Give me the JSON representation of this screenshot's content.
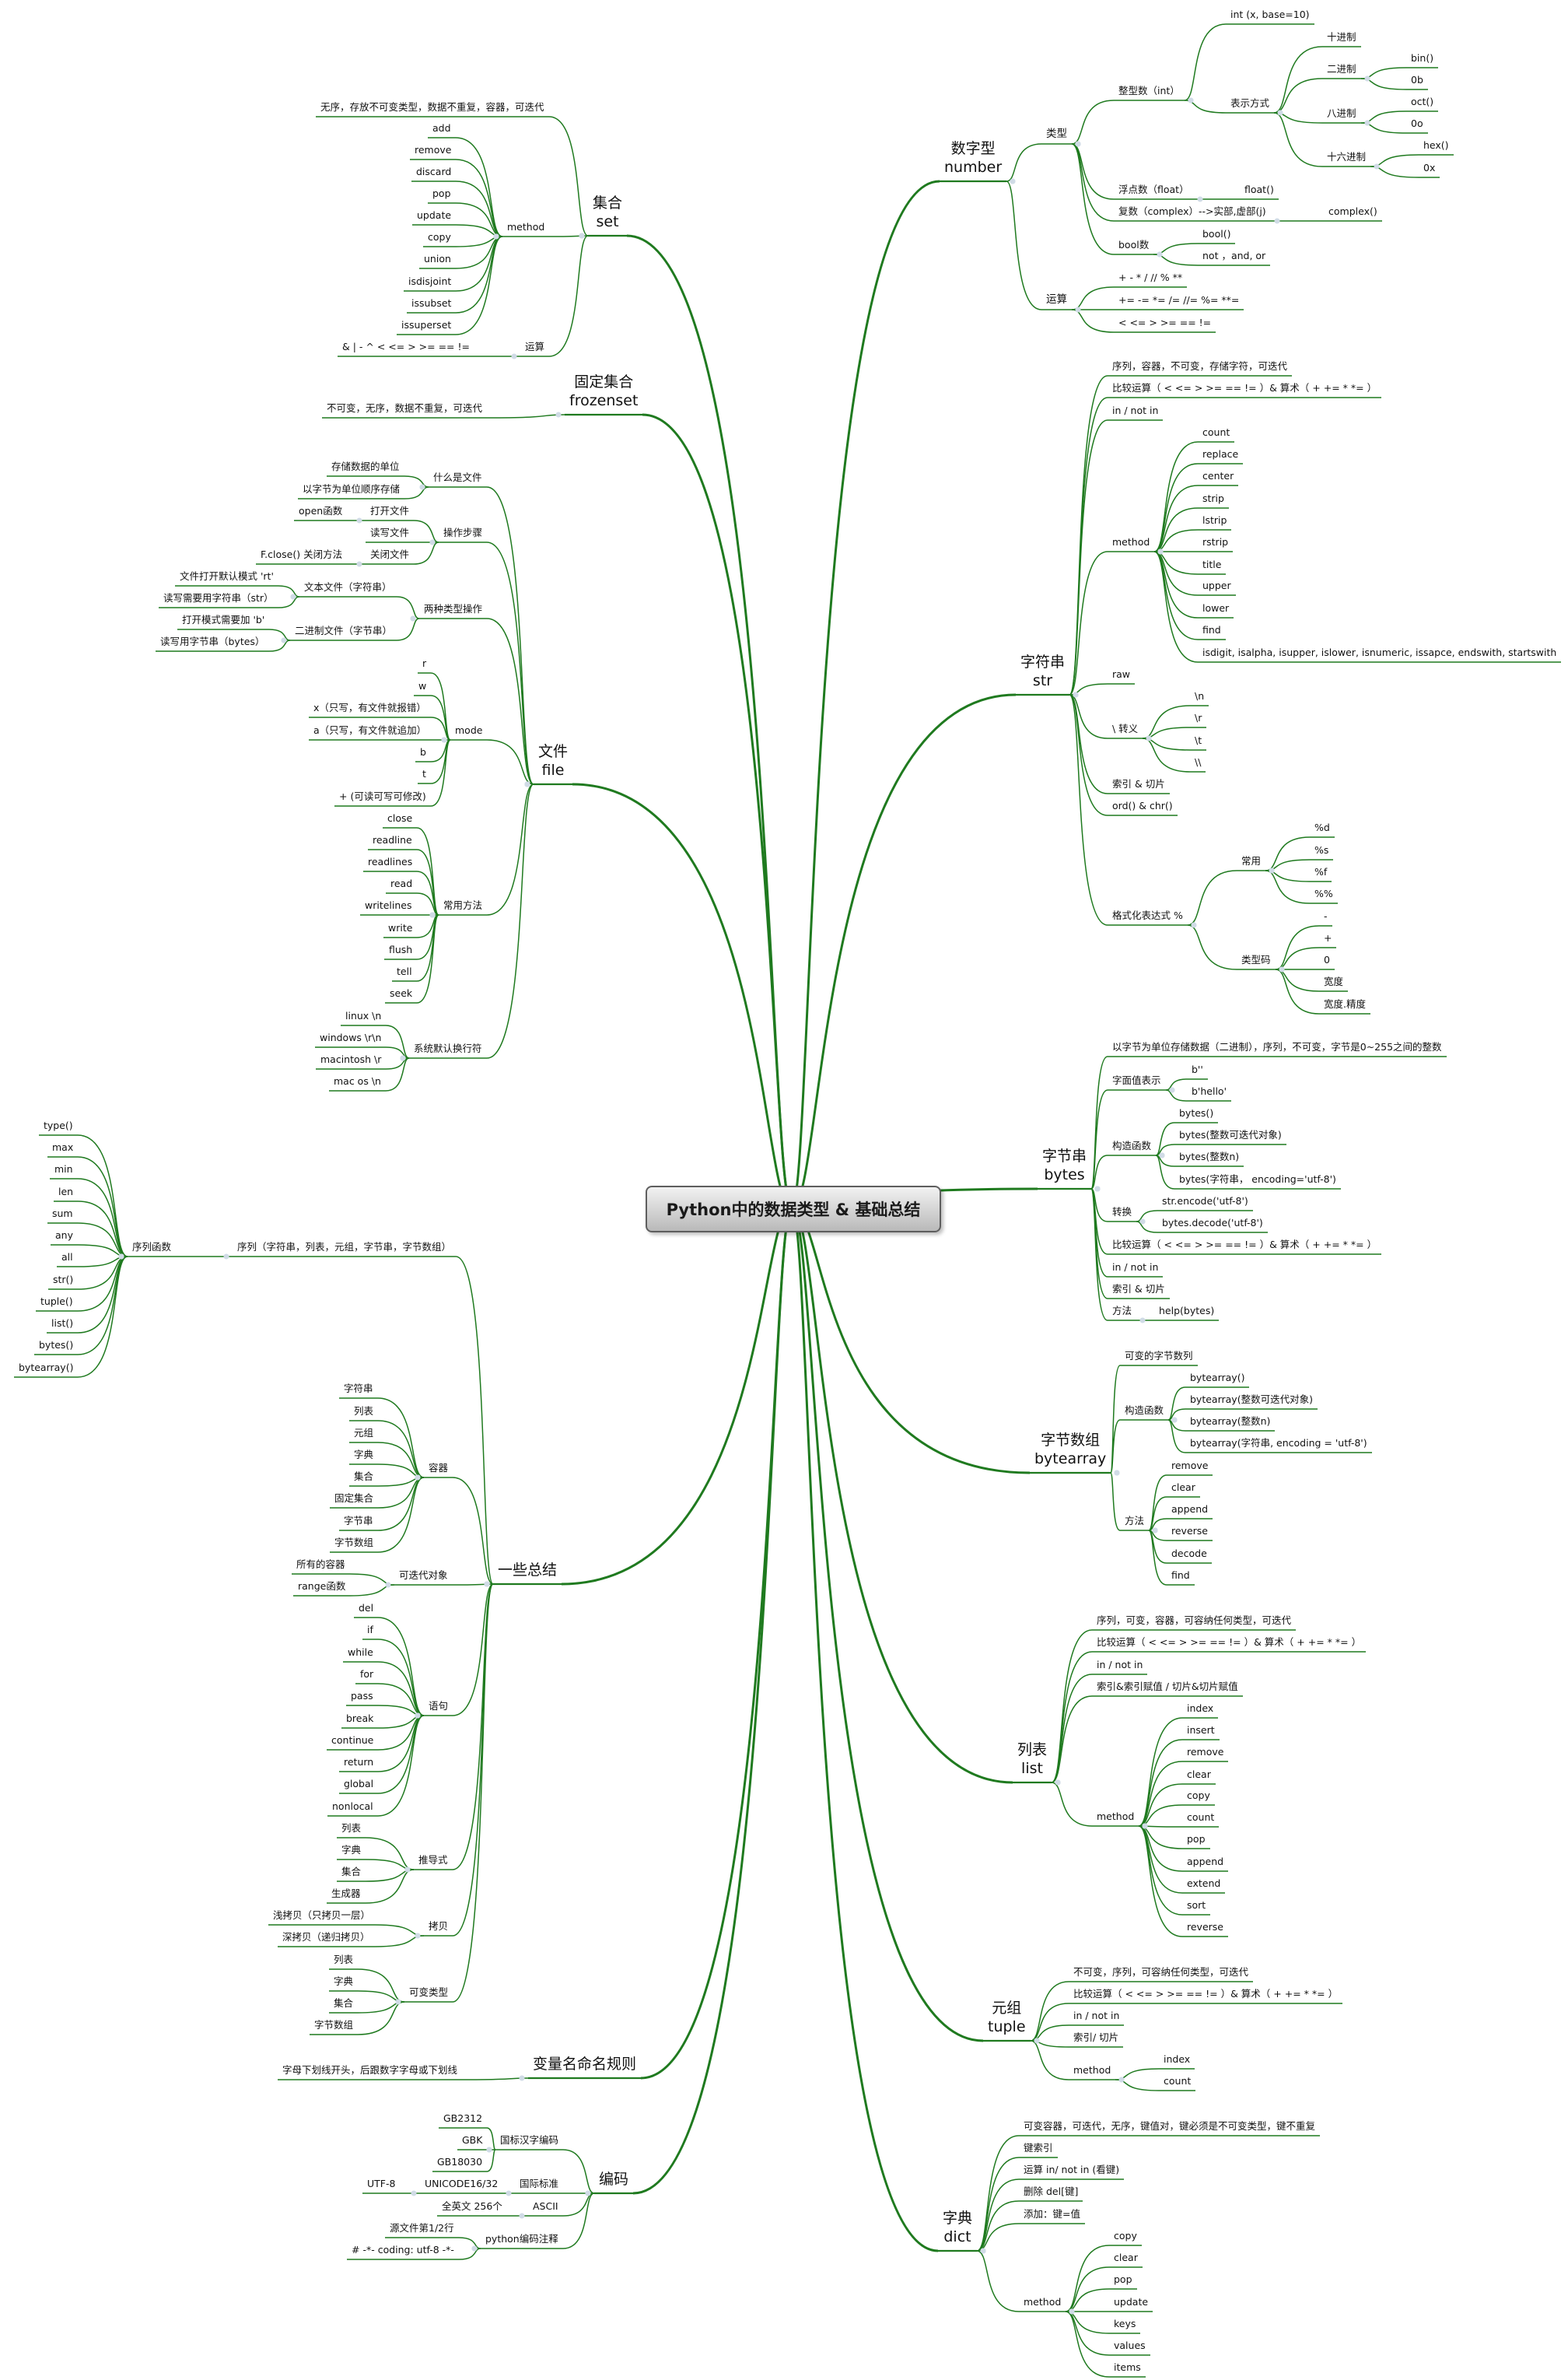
{
  "root": {
    "label": "Python中的数据类型 & 基础总结"
  },
  "nodes": {
    "number": {
      "label": "数字型\nnumber"
    },
    "type": {
      "label": "类型"
    },
    "int": {
      "label": "整型数（int）"
    },
    "int_base": {
      "label": "int (x, base=10)"
    },
    "repr": {
      "label": "表示方式"
    },
    "dec": {
      "label": "十进制"
    },
    "bin": {
      "label": "二进制"
    },
    "bin_f": {
      "label": "bin()"
    },
    "bin_p": {
      "label": "0b"
    },
    "oct": {
      "label": "八进制"
    },
    "oct_f": {
      "label": "oct()"
    },
    "oct_p": {
      "label": "0o"
    },
    "hex": {
      "label": "十六进制"
    },
    "hex_f": {
      "label": "hex()"
    },
    "hex_p": {
      "label": "0x"
    },
    "float": {
      "label": "浮点数（float）"
    },
    "float_f": {
      "label": "float()"
    },
    "complex": {
      "label": "复数（complex）-->实部,虚部(j)"
    },
    "complex_f": {
      "label": "complex()"
    },
    "bool": {
      "label": "bool数"
    },
    "bool_f": {
      "label": "bool()"
    },
    "bool_ops": {
      "label": "not ，and, or"
    },
    "num_ops": {
      "label": "运算"
    },
    "num_op1": {
      "label": "+ - * /  // % **"
    },
    "num_op2": {
      "label": "+= -= *=  /= //= %= **="
    },
    "num_op3": {
      "label": "< <= > >= == !="
    },
    "str": {
      "label": "字符串\nstr"
    },
    "str_desc": {
      "label": "序列，容器，不可变，存储字符，可迭代"
    },
    "str_cmp": {
      "label": "比较运算（ < <= > >= == != ）& 算术（ + +=   *  *= ）"
    },
    "str_in": {
      "label": "in / not in"
    },
    "str_method": {
      "label": "method"
    },
    "str_count": {
      "label": "count"
    },
    "str_replace": {
      "label": "replace"
    },
    "str_center": {
      "label": "center"
    },
    "str_strip": {
      "label": "strip"
    },
    "str_lstrip": {
      "label": "lstrip"
    },
    "str_rstrip": {
      "label": "rstrip"
    },
    "str_title": {
      "label": "title"
    },
    "str_upper": {
      "label": "upper"
    },
    "str_lower": {
      "label": "lower"
    },
    "str_find": {
      "label": "find"
    },
    "str_is": {
      "label": "isdigit, isalpha, isupper, islower, isnumeric, issapce, endswith, startswith"
    },
    "str_raw": {
      "label": "raw"
    },
    "str_esc": {
      "label": "\\ 转义"
    },
    "esc_n": {
      "label": "\\n"
    },
    "esc_r": {
      "label": "\\r"
    },
    "esc_t": {
      "label": "\\t"
    },
    "esc_bs": {
      "label": "\\\\"
    },
    "str_idx": {
      "label": "索引 & 切片"
    },
    "str_ord": {
      "label": "ord() & chr()"
    },
    "str_fmt": {
      "label": "格式化表达式 %"
    },
    "fmt_common": {
      "label": "常用"
    },
    "fmt_d": {
      "label": "%d"
    },
    "fmt_s": {
      "label": "%s"
    },
    "fmt_f": {
      "label": "%f"
    },
    "fmt_pct": {
      "label": "%%"
    },
    "fmt_code": {
      "label": "类型码"
    },
    "fmt_minus": {
      "label": "-"
    },
    "fmt_plus": {
      "label": "+"
    },
    "fmt_zero": {
      "label": "0"
    },
    "fmt_width": {
      "label": "宽度"
    },
    "fmt_wp": {
      "label": "宽度.精度"
    },
    "bytes": {
      "label": "字节串\nbytes"
    },
    "bytes_desc": {
      "label": "以字节为单位存储数据（二进制），序列，不可变，字节是0~255之间的整数"
    },
    "bytes_lit": {
      "label": "字面值表示"
    },
    "bytes_l1": {
      "label": "b''"
    },
    "bytes_l2": {
      "label": "b'hello'"
    },
    "bytes_ctor": {
      "label": "构造函数"
    },
    "bytes_c1": {
      "label": "bytes()"
    },
    "bytes_c2": {
      "label": "bytes(整数可迭代对象)"
    },
    "bytes_c3": {
      "label": "bytes(整数n)"
    },
    "bytes_c4": {
      "label": "bytes(字符串， encoding='utf-8')"
    },
    "bytes_conv": {
      "label": "转换"
    },
    "bytes_enc": {
      "label": "str.encode('utf-8')"
    },
    "bytes_dec": {
      "label": "bytes.decode('utf-8')"
    },
    "bytes_cmp": {
      "label": "比较运算（ < <= > >= == != ）& 算术（ + +=   *  *= ）"
    },
    "bytes_in": {
      "label": "in / not in"
    },
    "bytes_idx": {
      "label": "索引 & 切片"
    },
    "bytes_m": {
      "label": "方法"
    },
    "bytes_help": {
      "label": "help(bytes)"
    },
    "ba": {
      "label": "字节数组\nbytearray"
    },
    "ba_desc": {
      "label": "可变的字节数列"
    },
    "ba_ctor": {
      "label": "构造函数"
    },
    "ba_c1": {
      "label": "bytearray()"
    },
    "ba_c2": {
      "label": "bytearray(整数可迭代对象)"
    },
    "ba_c3": {
      "label": "bytearray(整数n)"
    },
    "ba_c4": {
      "label": "bytearray(字符串, encoding = 'utf-8')"
    },
    "ba_m": {
      "label": "方法"
    },
    "ba_remove": {
      "label": "remove"
    },
    "ba_clear": {
      "label": "clear"
    },
    "ba_append": {
      "label": "append"
    },
    "ba_reverse": {
      "label": "reverse"
    },
    "ba_decode": {
      "label": "decode"
    },
    "ba_find": {
      "label": "find"
    },
    "list": {
      "label": "列表\nlist"
    },
    "list_desc": {
      "label": "序列，可变，容器，可容纳任何类型，可迭代"
    },
    "list_cmp": {
      "label": "比较运算（ < <= > >= == != ）& 算术（ + +=   *  *= ）"
    },
    "list_in": {
      "label": "in / not in"
    },
    "list_idx": {
      "label": "索引&索引赋值 / 切片&切片赋值"
    },
    "list_method": {
      "label": "method"
    },
    "list_index": {
      "label": "index"
    },
    "list_insert": {
      "label": "insert"
    },
    "list_remove": {
      "label": "remove"
    },
    "list_clear": {
      "label": "clear"
    },
    "list_copy": {
      "label": "copy"
    },
    "list_count": {
      "label": "count"
    },
    "list_pop": {
      "label": "pop"
    },
    "list_append": {
      "label": "append"
    },
    "list_extend": {
      "label": "extend"
    },
    "list_sort": {
      "label": "sort"
    },
    "list_reverse": {
      "label": "reverse"
    },
    "tuple": {
      "label": "元组\ntuple"
    },
    "tuple_desc": {
      "label": "不可变，序列，可容纳任何类型，可迭代"
    },
    "tuple_cmp": {
      "label": "比较运算（ < <= > >= == != ）& 算术（ + +=   *  *= ）"
    },
    "tuple_in": {
      "label": "in / not in"
    },
    "tuple_idx": {
      "label": "索引/ 切片"
    },
    "tuple_method": {
      "label": "method"
    },
    "tuple_index": {
      "label": "index"
    },
    "tuple_count": {
      "label": "count"
    },
    "dict": {
      "label": "字典\ndict"
    },
    "dict_desc": {
      "label": "可变容器，可迭代，无序，键值对，键必须是不可变类型，键不重复"
    },
    "dict_idx": {
      "label": "键索引"
    },
    "dict_in": {
      "label": "运算 in/ not in (看键)"
    },
    "dict_del": {
      "label": "删除 del[键]"
    },
    "dict_add": {
      "label": "添加：键=值"
    },
    "dict_method": {
      "label": "method"
    },
    "dict_copy": {
      "label": "copy"
    },
    "dict_clear": {
      "label": "clear"
    },
    "dict_pop": {
      "label": "pop"
    },
    "dict_update": {
      "label": "update"
    },
    "dict_keys": {
      "label": "keys"
    },
    "dict_values": {
      "label": "values"
    },
    "dict_items": {
      "label": "items"
    },
    "set": {
      "label": "集合\nset"
    },
    "set_desc": {
      "label": "无序，存放不可变类型，数据不重复，容器，可迭代"
    },
    "set_method": {
      "label": "method"
    },
    "set_add": {
      "label": "add"
    },
    "set_remove": {
      "label": "remove"
    },
    "set_discard": {
      "label": "discard"
    },
    "set_pop": {
      "label": "pop"
    },
    "set_update": {
      "label": "update"
    },
    "set_copy": {
      "label": "copy"
    },
    "set_union": {
      "label": "union"
    },
    "set_isdisjoint": {
      "label": "isdisjoint"
    },
    "set_issubset": {
      "label": "issubset"
    },
    "set_issuperset": {
      "label": "issuperset"
    },
    "set_ops": {
      "label": "运算"
    },
    "set_ops_v": {
      "label": "& | - ^  < <= > >= == !="
    },
    "fset": {
      "label": "固定集合\nfrozenset"
    },
    "fset_desc": {
      "label": "不可变，无序，数据不重复，可迭代"
    },
    "file": {
      "label": "文件\nfile"
    },
    "file_what": {
      "label": "什么是文件"
    },
    "file_what1": {
      "label": "存储数据的单位"
    },
    "file_what2": {
      "label": "以字节为单位顺序存储"
    },
    "file_steps": {
      "label": "操作步骤"
    },
    "file_open": {
      "label": "打开文件"
    },
    "file_open_f": {
      "label": "open函数"
    },
    "file_rw": {
      "label": "读写文件"
    },
    "file_close": {
      "label": "关闭文件"
    },
    "file_close_f": {
      "label": "F.close() 关闭方法"
    },
    "file_two": {
      "label": "两种类型操作"
    },
    "file_text": {
      "label": "文本文件（字符串）"
    },
    "file_text1": {
      "label": "文件打开默认模式 'rt'"
    },
    "file_text2": {
      "label": "读写需要用字符串（str）"
    },
    "file_bin": {
      "label": "二进制文件（字节串）"
    },
    "file_bin1": {
      "label": "打开模式需要加 'b'"
    },
    "file_bin2": {
      "label": "读写用字节串（bytes）"
    },
    "file_mode": {
      "label": "mode"
    },
    "mode_r": {
      "label": "r"
    },
    "mode_w": {
      "label": "w"
    },
    "mode_x": {
      "label": "x（只写，有文件就报错）"
    },
    "mode_a": {
      "label": "a（只写，有文件就追加）"
    },
    "mode_b": {
      "label": "b"
    },
    "mode_t": {
      "label": "t"
    },
    "mode_plus": {
      "label": "+ (可读可写可修改)"
    },
    "file_methods": {
      "label": "常用方法"
    },
    "fm_close": {
      "label": "close"
    },
    "fm_readline": {
      "label": "readline"
    },
    "fm_readlines": {
      "label": "readlines"
    },
    "fm_read": {
      "label": "read"
    },
    "fm_writelines": {
      "label": "writelines"
    },
    "fm_write": {
      "label": "write"
    },
    "fm_flush": {
      "label": "flush"
    },
    "fm_tell": {
      "label": "tell"
    },
    "fm_seek": {
      "label": "seek"
    },
    "file_nl": {
      "label": "系统默认换行符"
    },
    "nl_linux": {
      "label": "linux  \\n"
    },
    "nl_win": {
      "label": "windows  \\r\\n"
    },
    "nl_mac": {
      "label": "macintosh  \\r"
    },
    "nl_macos": {
      "label": "mac os  \\n"
    },
    "summary": {
      "label": "一些总结"
    },
    "seq": {
      "label": "序列（字符串，列表，元组，字节串，字节数组）"
    },
    "seq_funcs": {
      "label": "序列函数"
    },
    "sf_type": {
      "label": "type()"
    },
    "sf_max": {
      "label": "max"
    },
    "sf_min": {
      "label": "min"
    },
    "sf_len": {
      "label": "len"
    },
    "sf_sum": {
      "label": "sum"
    },
    "sf_any": {
      "label": "any"
    },
    "sf_all": {
      "label": "all"
    },
    "sf_str": {
      "label": "str()"
    },
    "sf_tuple": {
      "label": "tuple()"
    },
    "sf_list": {
      "label": "list()"
    },
    "sf_bytes": {
      "label": "bytes()"
    },
    "sf_bytearray": {
      "label": "bytearray()"
    },
    "container": {
      "label": "容器"
    },
    "ct_str": {
      "label": "字符串"
    },
    "ct_list": {
      "label": "列表"
    },
    "ct_tuple": {
      "label": "元组"
    },
    "ct_dict": {
      "label": "字典"
    },
    "ct_set": {
      "label": "集合"
    },
    "ct_fset": {
      "label": "固定集合"
    },
    "ct_bytes": {
      "label": "字节串"
    },
    "ct_ba": {
      "label": "字节数组"
    },
    "iterable": {
      "label": "可迭代对象"
    },
    "it_all": {
      "label": "所有的容器"
    },
    "it_range": {
      "label": "range函数"
    },
    "stmt": {
      "label": "语句"
    },
    "st_del": {
      "label": "del"
    },
    "st_if": {
      "label": "if"
    },
    "st_while": {
      "label": "while"
    },
    "st_for": {
      "label": "for"
    },
    "st_pass": {
      "label": "pass"
    },
    "st_break": {
      "label": "break"
    },
    "st_continue": {
      "label": "continue"
    },
    "st_return": {
      "label": "return"
    },
    "st_global": {
      "label": "global"
    },
    "st_nonlocal": {
      "label": "nonlocal"
    },
    "comp": {
      "label": "推导式"
    },
    "cp_list": {
      "label": "列表"
    },
    "cp_dict": {
      "label": "字典"
    },
    "cp_set": {
      "label": "集合"
    },
    "cp_gen": {
      "label": "生成器"
    },
    "copy": {
      "label": "拷贝"
    },
    "copy_shallow": {
      "label": "浅拷贝（只拷贝一层）"
    },
    "copy_deep": {
      "label": "深拷贝（递归拷贝）"
    },
    "mutable": {
      "label": "可变类型"
    },
    "mu_list": {
      "label": "列表"
    },
    "mu_dict": {
      "label": "字典"
    },
    "mu_set": {
      "label": "集合"
    },
    "mu_ba": {
      "label": "字节数组"
    },
    "naming": {
      "label": "变量名命名规则"
    },
    "naming_rule": {
      "label": "字母下划线开头，后跟数字字母或下划线"
    },
    "encoding": {
      "label": "编码"
    },
    "enc_cn": {
      "label": "国标汉字编码"
    },
    "enc_gb2312": {
      "label": "GB2312"
    },
    "enc_gbk": {
      "label": "GBK"
    },
    "enc_gb18030": {
      "label": "GB18030"
    },
    "enc_intl": {
      "label": "国际标准"
    },
    "enc_unicode": {
      "label": "UNICODE16/32"
    },
    "enc_utf8": {
      "label": "UTF-8"
    },
    "enc_ascii": {
      "label": "ASCII"
    },
    "enc_ascii_d": {
      "label": "全英文 256个"
    },
    "enc_py": {
      "label": "python编码注释"
    },
    "enc_py1": {
      "label": "源文件第1/2行"
    },
    "enc_py2": {
      "label": "# -*- coding: utf-8 -*-"
    }
  },
  "colors": {
    "branch": "#1f7a1f",
    "underline": "#1f7a1f",
    "dot": "#d0dbe6"
  }
}
